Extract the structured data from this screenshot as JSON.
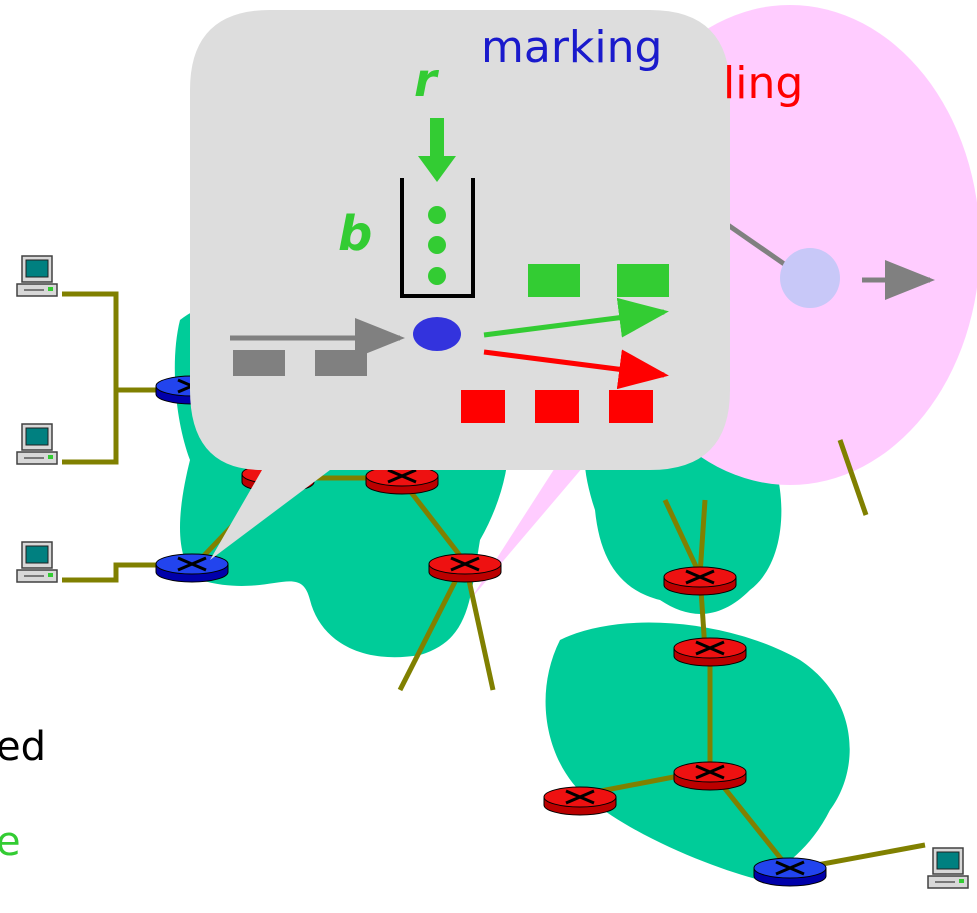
{
  "labels": {
    "marking": "marking",
    "scheduling_fragment": "ling",
    "rate_symbol": "r",
    "bucket_symbol": "b",
    "cut_text_left": "ed",
    "cut_text_bottom": "e"
  },
  "colors": {
    "network_cloud": "#00cc99",
    "scheduling_bubble": "#ffccff",
    "marking_bubble": "#dddddd",
    "link": "#808000",
    "router_edge": "#0000cc",
    "router_core": "#ee1111",
    "in_profile": "#33cc33",
    "out_profile": "#ff0000",
    "incoming": "#808080",
    "marking_text": "#1a1acc",
    "scheduling_text": "#ff0000",
    "scheduler_node": "#c8c8f8"
  },
  "icons": {
    "host": "computer-host-icon",
    "edge_router": "edge-router-icon",
    "core_router": "core-router-icon"
  }
}
